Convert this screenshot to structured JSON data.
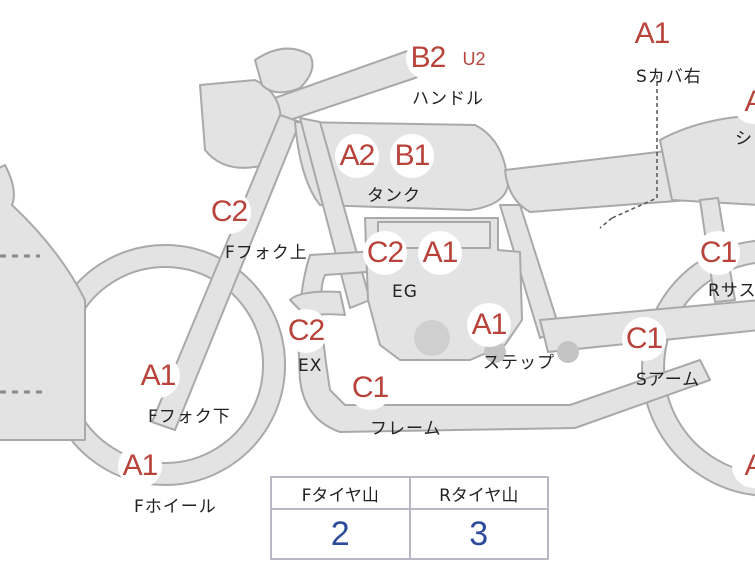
{
  "parts": {
    "handle": {
      "codes": [
        "B2",
        "U2"
      ],
      "label": "ハンドル"
    },
    "side_cover": {
      "codes": [
        "A1"
      ],
      "label": "Sカバ右"
    },
    "seat": {
      "codes": [
        "A"
      ],
      "label": "シ"
    },
    "tank": {
      "codes": [
        "A2",
        "B1"
      ],
      "label": "タンク"
    },
    "fork_upper": {
      "codes": [
        "C2"
      ],
      "label": "Fフォク上"
    },
    "engine": {
      "codes": [
        "C2",
        "A1"
      ],
      "label": "EG"
    },
    "rear_suspension": {
      "codes": [
        "C1"
      ],
      "label": "Rサス"
    },
    "exhaust": {
      "codes": [
        "C2"
      ],
      "label": "EX"
    },
    "step": {
      "codes": [
        "A1"
      ],
      "label": "ステップ"
    },
    "swing_arm": {
      "codes": [
        "C1"
      ],
      "label": "Sアーム"
    },
    "fork_lower": {
      "codes": [
        "A1"
      ],
      "label": "Fフォク下"
    },
    "frame": {
      "codes": [
        "C1"
      ],
      "label": "フレーム"
    },
    "front_wheel": {
      "codes": [
        "A1"
      ],
      "label": "Fホイール"
    },
    "rear_wheel": {
      "codes": [
        "A"
      ]
    }
  },
  "tire_table": {
    "headers": [
      "Fタイヤ山",
      "Rタイヤ山"
    ],
    "values": [
      "2",
      "3"
    ]
  },
  "colors": {
    "code_text": "#b8433a",
    "value_text": "#2e4a9a",
    "bike_fill": "#e3e3e3",
    "bike_stroke": "#a9a9a9"
  }
}
